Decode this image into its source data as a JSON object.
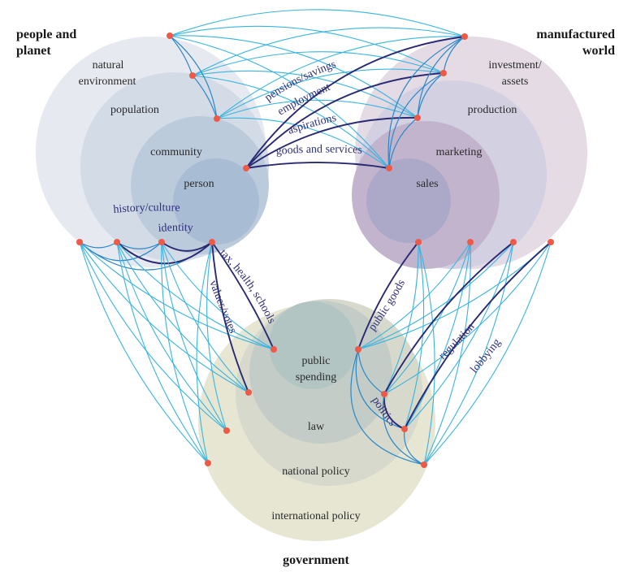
{
  "systems": {
    "people_and_planet": {
      "title_lines": [
        "people and",
        "planet"
      ],
      "rings": [
        "natural",
        "environment",
        "population",
        "community",
        "person"
      ],
      "colors": [
        "#e6e9ef",
        "#d3dbe7",
        "#bccbdc",
        "#a8bcd3"
      ]
    },
    "manufactured_world": {
      "title_lines": [
        "manufactured",
        "world"
      ],
      "rings": [
        "investment/",
        "assets",
        "production",
        "marketing",
        "sales"
      ],
      "colors": [
        "#e5dbe5",
        "#d3d0e2",
        "#c2b4cd",
        "#aca8c8"
      ]
    },
    "government": {
      "title": "government",
      "rings": [
        "international policy",
        "national policy",
        "law",
        "public",
        "spending"
      ],
      "colors": [
        "#e7e6d3",
        "#d6d9cc",
        "#c3ccc6",
        "#b2c5c3"
      ]
    }
  },
  "edge_labels": {
    "pensions": "pensions/savings",
    "employment": "employment",
    "aspirations": "aspirations",
    "goods": "goods and services",
    "history": "history/culture",
    "identity": "identity",
    "tax": "tax, health, schools",
    "values": "values/votes",
    "public_goods": "public goods",
    "regulation": "regulation",
    "lobbying": "lobbying",
    "politics": "politics"
  },
  "colors": {
    "node": "#ee5a47",
    "edge_light": "#38b4e0",
    "edge_mid": "#2a88c8",
    "edge_dark": "#2a2a72",
    "label_text": "#2e2e7a"
  }
}
